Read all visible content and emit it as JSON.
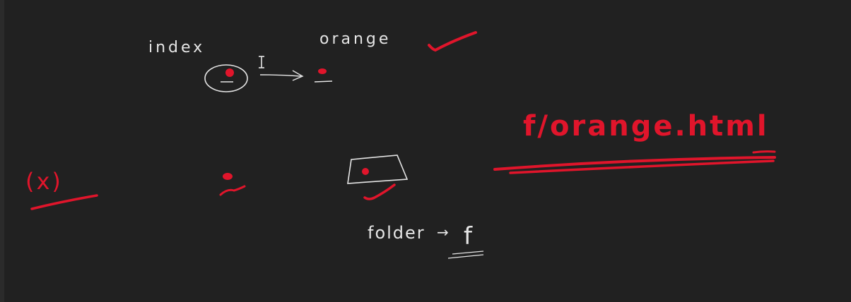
{
  "whiteboard": {
    "labels": {
      "index": "index",
      "orange": "orange",
      "path": "f/orange.html",
      "x_mark": "(x)",
      "folder": "folder",
      "folder_arrow": "→",
      "f": "f"
    },
    "colors": {
      "background": "#212121",
      "ink_white": "#e6e6e6",
      "ink_red": "#e0152b"
    },
    "cursor": "text-cursor-icon"
  }
}
